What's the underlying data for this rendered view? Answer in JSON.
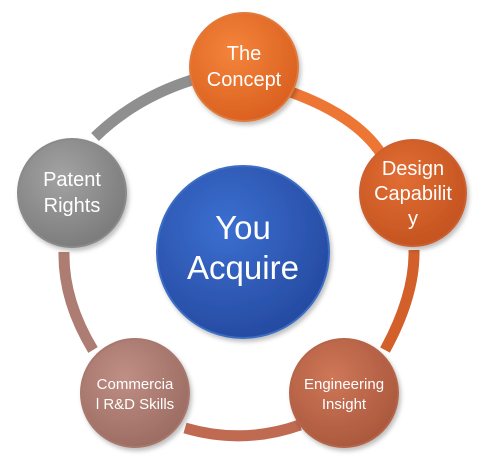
{
  "center": {
    "line1": "You",
    "line2": "Acquire"
  },
  "nodes": {
    "concept": {
      "line1": "The",
      "line2": "Concept"
    },
    "design": {
      "line1": "Design",
      "line2": "Capabilit",
      "line3": "y"
    },
    "engineering": {
      "line1": "Engineering",
      "line2": "Insight"
    },
    "commercial": {
      "line1": "Commercia",
      "line2": "l R&D Skills"
    },
    "patent": {
      "line1": "Patent",
      "line2": "Rights"
    }
  },
  "colors": {
    "center": "#2e5cb8",
    "concept": "#e8702d",
    "design": "#d4602a",
    "engineering": "#c0684f",
    "commercial": "#b07e74",
    "patent": "#8c8c8c"
  }
}
